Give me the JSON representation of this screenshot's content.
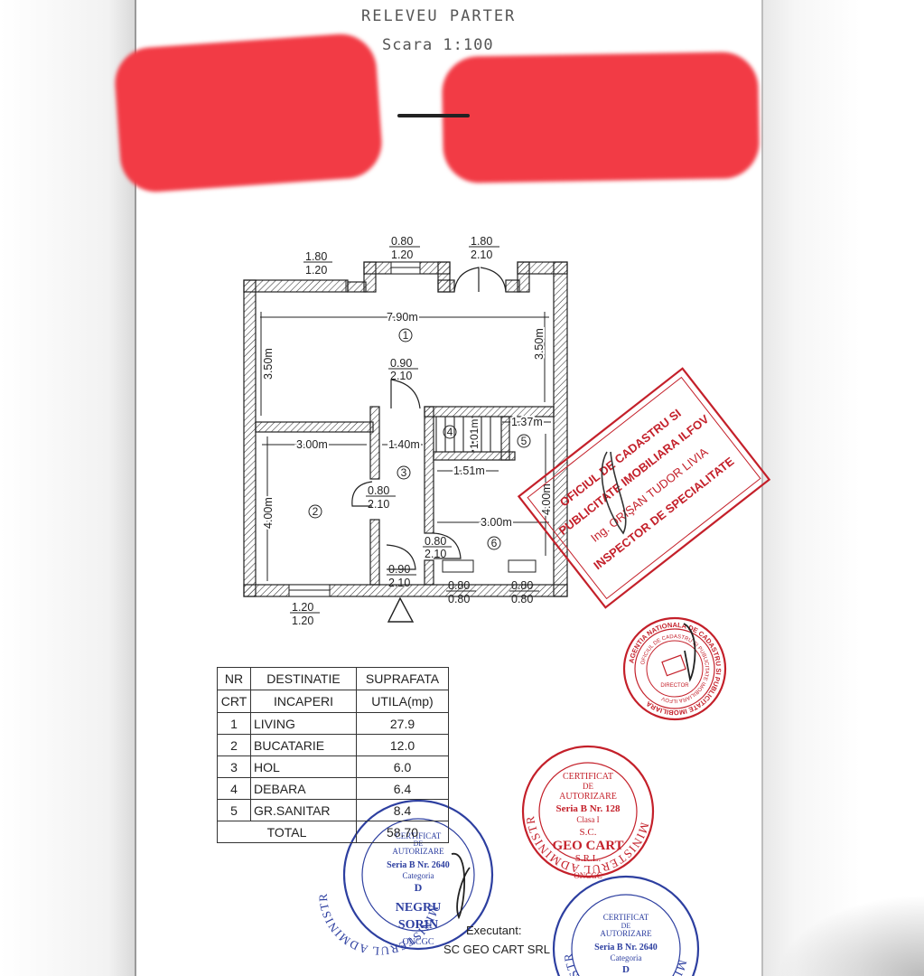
{
  "document": {
    "title": "RELEVEU PARTER",
    "scale": "Scara 1:100"
  },
  "plan": {
    "openings": {
      "top_left": [
        "1.80",
        "1.20"
      ],
      "top_mid": [
        "0.80",
        "1.20"
      ],
      "top_door": [
        "1.80",
        "2.10"
      ],
      "door_living": [
        "0.90",
        "2.10"
      ],
      "door_kitchen": [
        "0.80",
        "2.10"
      ],
      "door_bath": [
        "0.80",
        "2.10"
      ],
      "door_entry": [
        "0.90",
        "2.10"
      ],
      "bottom_left": [
        "1.20",
        "1.20"
      ],
      "bottom_mid": [
        "0.80",
        "0.80"
      ],
      "bottom_right": [
        "0.80",
        "0.80"
      ]
    },
    "dimensions": {
      "living_width": "7.90m",
      "living_depth_left": "3.50m",
      "living_depth_right": "3.50m",
      "kitchen_width": "3.00m",
      "kitchen_depth": "4.00m",
      "hall_width": "1.40m",
      "storage_depth": "1.01m",
      "bath_width": "1.37m",
      "inner_width": "1.51m",
      "bath_depth": "4.00m",
      "room6_width": "3.00m"
    },
    "room_labels": [
      "1",
      "2",
      "3",
      "4",
      "5",
      "6"
    ]
  },
  "table": {
    "headers": [
      [
        "NR",
        "DESTINATIE",
        "SUPRAFATA"
      ],
      [
        "CRT",
        "INCAPERI",
        "UTILA(mp)"
      ]
    ],
    "rows": [
      [
        "1",
        "LIVING",
        "27.9"
      ],
      [
        "2",
        "BUCATARIE",
        "12.0"
      ],
      [
        "3",
        "HOL",
        "6.0"
      ],
      [
        "4",
        "DEBARA",
        "6.4"
      ],
      [
        "5",
        "GR.SANITAR",
        "8.4"
      ]
    ],
    "total_label": "TOTAL",
    "total_value": "58.70"
  },
  "stamps": {
    "ocpi_lines": [
      "OFICIUL DE CADASTRU SI",
      "PUBLICITATE IMOBILIARA ILFOV",
      "Ing. ORIŞAN TUDOR LIVIA",
      "INSPECTOR DE SPECIALITATE"
    ],
    "ancpi_ring": "AGENTIA NATIONALA DE CADASTRU SI PUBLICITATE IMOBILIARA",
    "ancpi_inner": "OFICIUL DE CADASTRU SI PUBLICITATE IMOBILIARA ILFOV",
    "ancpi_sub": "DIRECTOR",
    "ministry_ring": "MINISTERUL ADMINISTRATIEI PUBLICE",
    "ministry_footer": "ONCGC",
    "geocart": [
      "CERTIFICAT",
      "DE",
      "AUTORIZARE",
      "Seria B Nr. 128",
      "Clasa I",
      "S.C.",
      "GEO CART",
      "S.R.L."
    ],
    "negru": [
      "CERTIFICAT",
      "DE",
      "AUTORIZARE",
      "Seria B Nr. 2640",
      "Categoria",
      "D",
      "NEGRU",
      "SORIN"
    ],
    "bottom_right": [
      "CERTIFICAT",
      "DE",
      "AUTORIZARE",
      "Seria B Nr. 2640",
      "Categoria",
      "D"
    ]
  },
  "executant": {
    "label": "Executant:",
    "name": "SC GEO CART SRL"
  },
  "colors": {
    "redaction": "#f23b45",
    "stamp_red": "#c4202a",
    "stamp_blue": "#2d3fa0",
    "ink": "#222222"
  }
}
